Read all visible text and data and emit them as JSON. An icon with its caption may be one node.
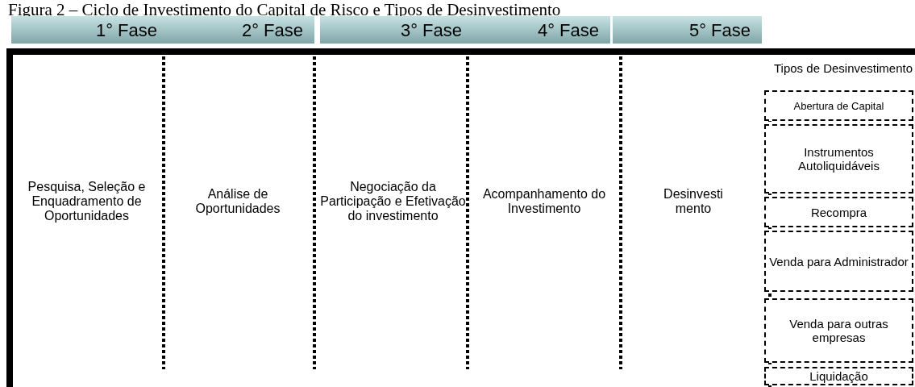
{
  "diagram": {
    "title": "Figura 2 – Ciclo de Investimento do Capital de Risco e Tipos de Desinvestimento",
    "nodes": [
      {
        "text": [
          "1° Fase"
        ]
      },
      {
        "text": [
          "2° Fase"
        ]
      },
      {
        "text": [
          "3° Fase"
        ]
      },
      {
        "text": [
          "4° Fase"
        ]
      },
      {
        "text": [
          "5° Fase"
        ]
      },
      {
        "text": [
          "Abertura de Capital"
        ]
      },
      {
        "text": [
          "Instrumentos Autoliquidáveis"
        ]
      },
      {
        "text": [
          "Recompra"
        ]
      },
      {
        "text": [
          "Venda para Administrador"
        ]
      },
      {
        "text": [
          "Venda para outras empresas"
        ]
      },
      {
        "text": [
          "Liquidação"
        ]
      }
    ],
    "edges": [],
    "labels": [
      "Tipos de Desinvestimento",
      "Pesquisa, Seleção e Enquadramento de Oportunidades",
      "Análise de Oportunidades",
      "Negociação da Participação e Efetivação do investimento",
      "Acompanhamento do Investimento",
      "Desinvesti mento"
    ]
  }
}
